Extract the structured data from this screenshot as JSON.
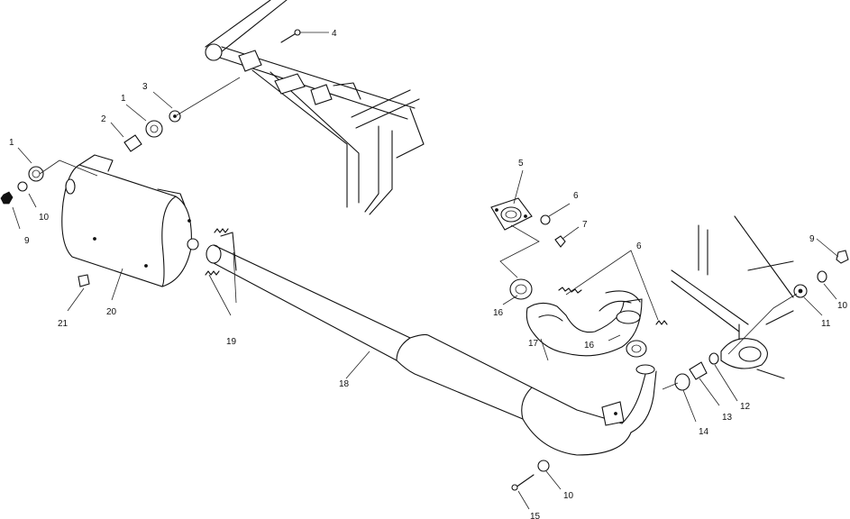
{
  "diagram": {
    "callouts": [
      {
        "key": "c1a",
        "text": "1"
      },
      {
        "key": "c1b",
        "text": "1"
      },
      {
        "key": "c2",
        "text": "2"
      },
      {
        "key": "c3",
        "text": "3"
      },
      {
        "key": "c4",
        "text": "4"
      },
      {
        "key": "c5",
        "text": "5"
      },
      {
        "key": "c6a",
        "text": "6"
      },
      {
        "key": "c6b",
        "text": "6"
      },
      {
        "key": "c7",
        "text": "7"
      },
      {
        "key": "c9a",
        "text": "9"
      },
      {
        "key": "c9b",
        "text": "9"
      },
      {
        "key": "c10a",
        "text": "10"
      },
      {
        "key": "c10b",
        "text": "10"
      },
      {
        "key": "c10c",
        "text": "10"
      },
      {
        "key": "c11",
        "text": "11"
      },
      {
        "key": "c12",
        "text": "12"
      },
      {
        "key": "c13",
        "text": "13"
      },
      {
        "key": "c14",
        "text": "14"
      },
      {
        "key": "c15",
        "text": "15"
      },
      {
        "key": "c16a",
        "text": "16"
      },
      {
        "key": "c16b",
        "text": "16"
      },
      {
        "key": "c17",
        "text": "17"
      },
      {
        "key": "c18",
        "text": "18"
      },
      {
        "key": "c19",
        "text": "19"
      },
      {
        "key": "c20",
        "text": "20"
      },
      {
        "key": "c21",
        "text": "21"
      }
    ]
  }
}
